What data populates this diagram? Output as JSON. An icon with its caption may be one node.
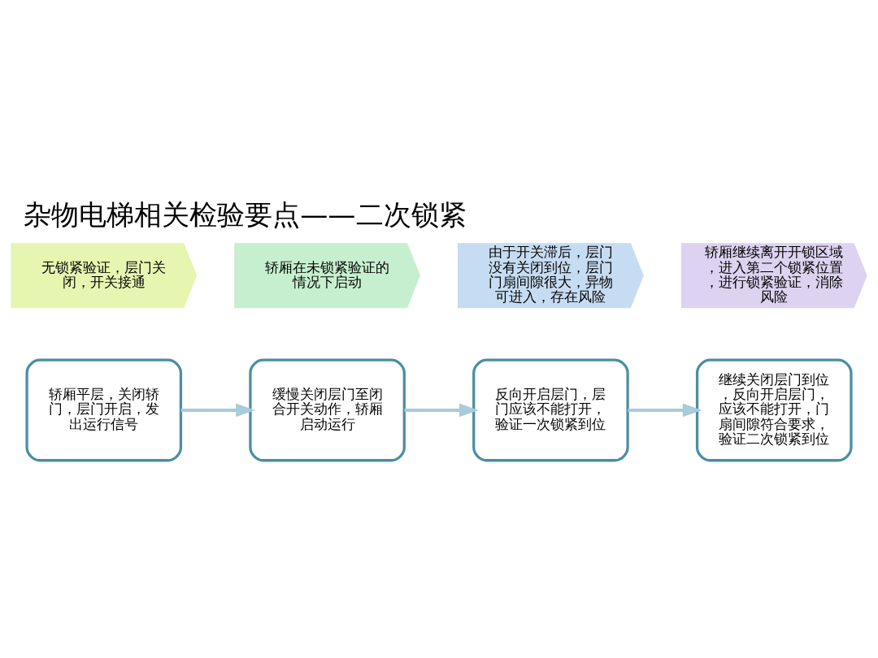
{
  "diagram": {
    "title": "杂物电梯相关检验要点——二次锁紧",
    "nodes": [
      {
        "text": [
          "无锁紧验证，层门关闭，开关接通"
        ]
      },
      {
        "text": [
          "轿厢在未锁紧验证的情况下启动"
        ]
      },
      {
        "text": [
          "由于开关滞后，层门没有关闭到位，层门门扇间隙很大，异物可进入，存在风险"
        ]
      },
      {
        "text": [
          "轿厢继续离开开锁区域，进入第二个锁紧位置，进行锁紧验证，消除风险"
        ]
      },
      {
        "text": [
          "轿厢平层，关闭轿门，层门开启，发出运行信号"
        ]
      },
      {
        "text": [
          "缓慢关闭层门至闭合开关动作，轿厢启动运行"
        ]
      },
      {
        "text": [
          "反向开启层门，层门应该不能打开，验证一次锁紧到位"
        ]
      },
      {
        "text": [
          "继续关闭层门到位，反向开启层门，应该不能打开，门扇间隙符合要求，验证二次锁紧到位"
        ]
      }
    ],
    "edges": [
      {
        "from": 4,
        "to": 5,
        "arrow": "to"
      },
      {
        "from": 5,
        "to": 6,
        "arrow": "to"
      },
      {
        "from": 6,
        "to": 7,
        "arrow": "to"
      }
    ]
  }
}
